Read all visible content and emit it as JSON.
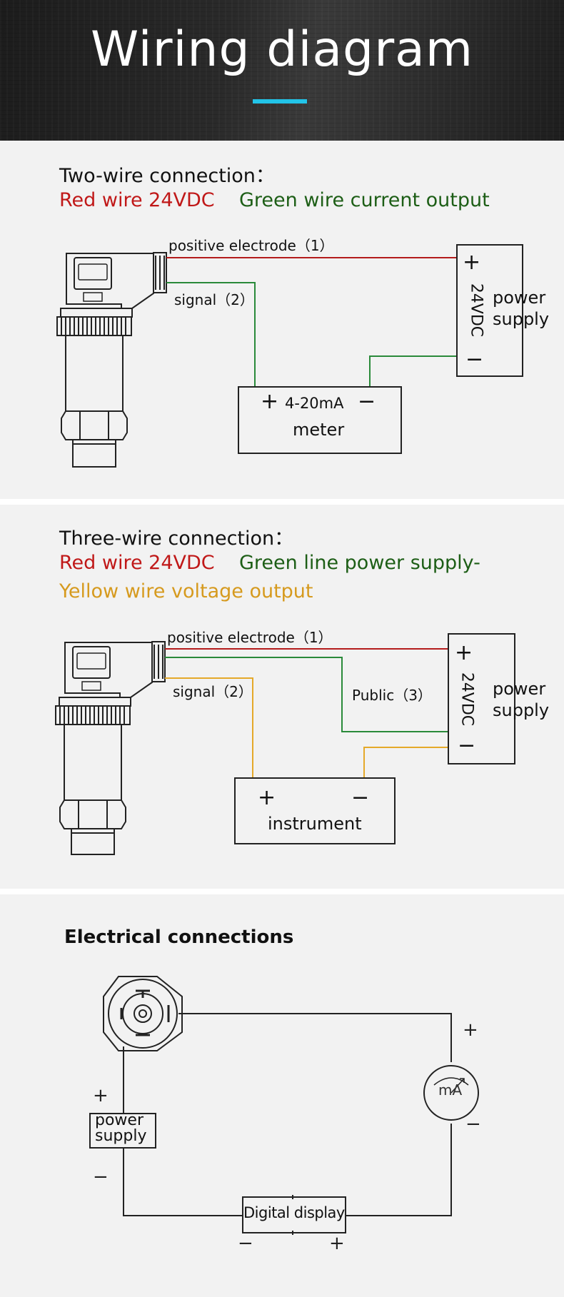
{
  "header": {
    "title": "Wiring diagram",
    "accent_color": "#22c4e8"
  },
  "two_wire": {
    "title": "Two-wire connection：",
    "red_label": "Red wire 24VDC",
    "green_label": "Green wire current output",
    "positive_label": "positive electrode（1）",
    "signal_label": "signal（2）",
    "supply_voltage": "24VDC",
    "supply_label_line1": "power",
    "supply_label_line2": "supply",
    "plus": "+",
    "minus": "−",
    "meter_range": "4-20mA",
    "meter_label": "meter"
  },
  "three_wire": {
    "title": "Three-wire connection：",
    "red_label": "Red wire 24VDC",
    "green_label": "Green line power supply-",
    "yellow_label": "Yellow wire voltage output",
    "positive_label": "positive electrode（1）",
    "signal_label": "signal（2）",
    "public_label": "Public（3）",
    "supply_voltage": "24VDC",
    "supply_label_line1": "power",
    "supply_label_line2": "supply",
    "plus": "+",
    "minus": "−",
    "instrument_label": "instrument"
  },
  "electrical": {
    "title": "Electrical connections",
    "meter_unit": "mA",
    "supply_label_line1": "power",
    "supply_label_line2": "supply",
    "display_label": "Digital display",
    "plus": "+",
    "minus": "−"
  },
  "colors": {
    "red_wire": "#b41c1c",
    "green_wire": "#2a8a3a",
    "yellow_wire": "#e5a92a"
  }
}
